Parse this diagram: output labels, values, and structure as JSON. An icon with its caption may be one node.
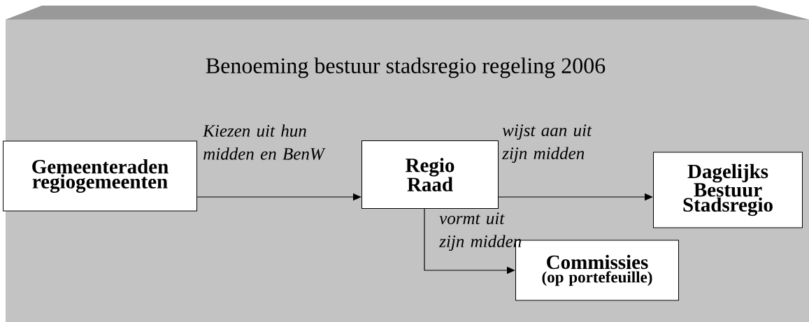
{
  "diagram": {
    "title": "Benoeming bestuur stadsregio regeling 2006",
    "nodes": [
      {
        "text": [
          "Gemeenteraden regiogemeenten"
        ]
      },
      {
        "text": [
          "Regio Raad"
        ]
      },
      {
        "text": [
          "Dagelijks Bestuur Stadsregio"
        ]
      },
      {
        "text": [
          "Commissies",
          "(op portefeuille)"
        ]
      }
    ],
    "edges": [
      {
        "from": 0,
        "to": 1,
        "arrow": "to",
        "label": "Kiezen uit hun midden en BenW"
      },
      {
        "from": 1,
        "to": 2,
        "arrow": "to",
        "label": "wijst aan uit zijn midden"
      },
      {
        "from": 1,
        "to": 3,
        "arrow": "to",
        "label": "vormt uit zijn midden"
      }
    ]
  }
}
